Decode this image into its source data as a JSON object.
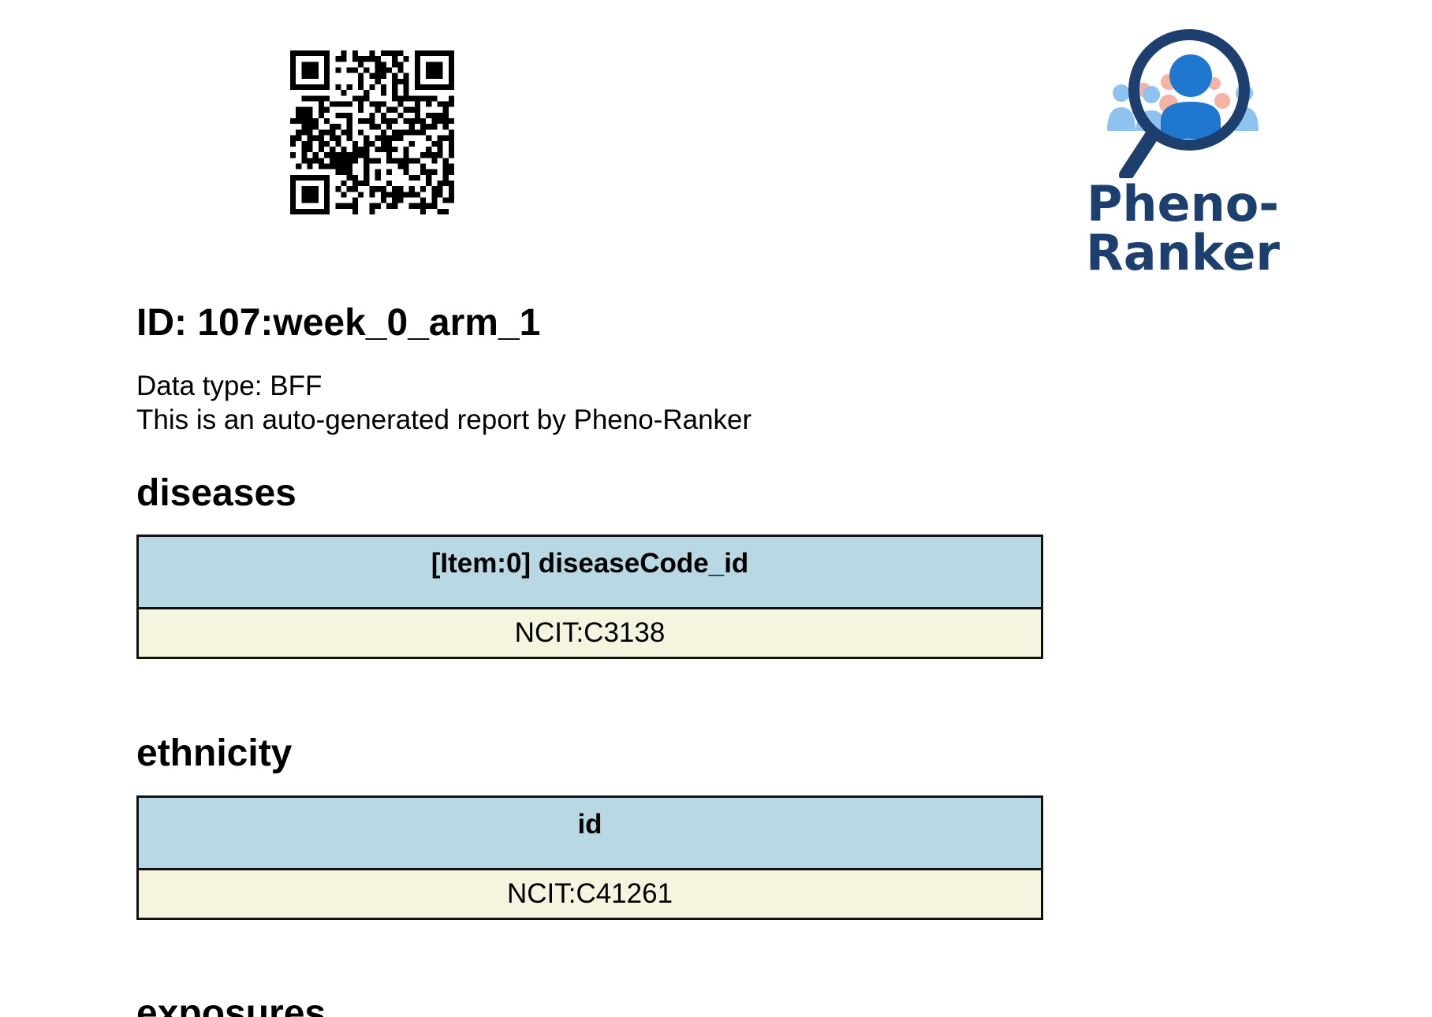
{
  "header": {
    "logo_text": "Pheno-Ranker"
  },
  "report": {
    "title": "ID: 107:week_0_arm_1",
    "data_type": "Data type: BFF",
    "description": "This is an auto-generated report by Pheno-Ranker"
  },
  "sections": [
    {
      "title": "diseases",
      "column_header": "[Item:0]  diseaseCode_id",
      "rows": [
        "NCIT:C3138"
      ]
    },
    {
      "title": "ethnicity",
      "column_header": "id",
      "rows": [
        "NCIT:C41261"
      ]
    },
    {
      "title": "exposures"
    }
  ],
  "colors": {
    "table_header_bg": "#b8d8e4",
    "table_cell_bg": "#f5f5df",
    "logo_navy": "#1c3f6e",
    "logo_blue": "#1f77d0",
    "logo_light_blue": "#8fc3ef",
    "logo_pink": "#f4b3a3"
  },
  "icons": [
    "qr-code-icon",
    "pheno-ranker-logo-icon"
  ]
}
